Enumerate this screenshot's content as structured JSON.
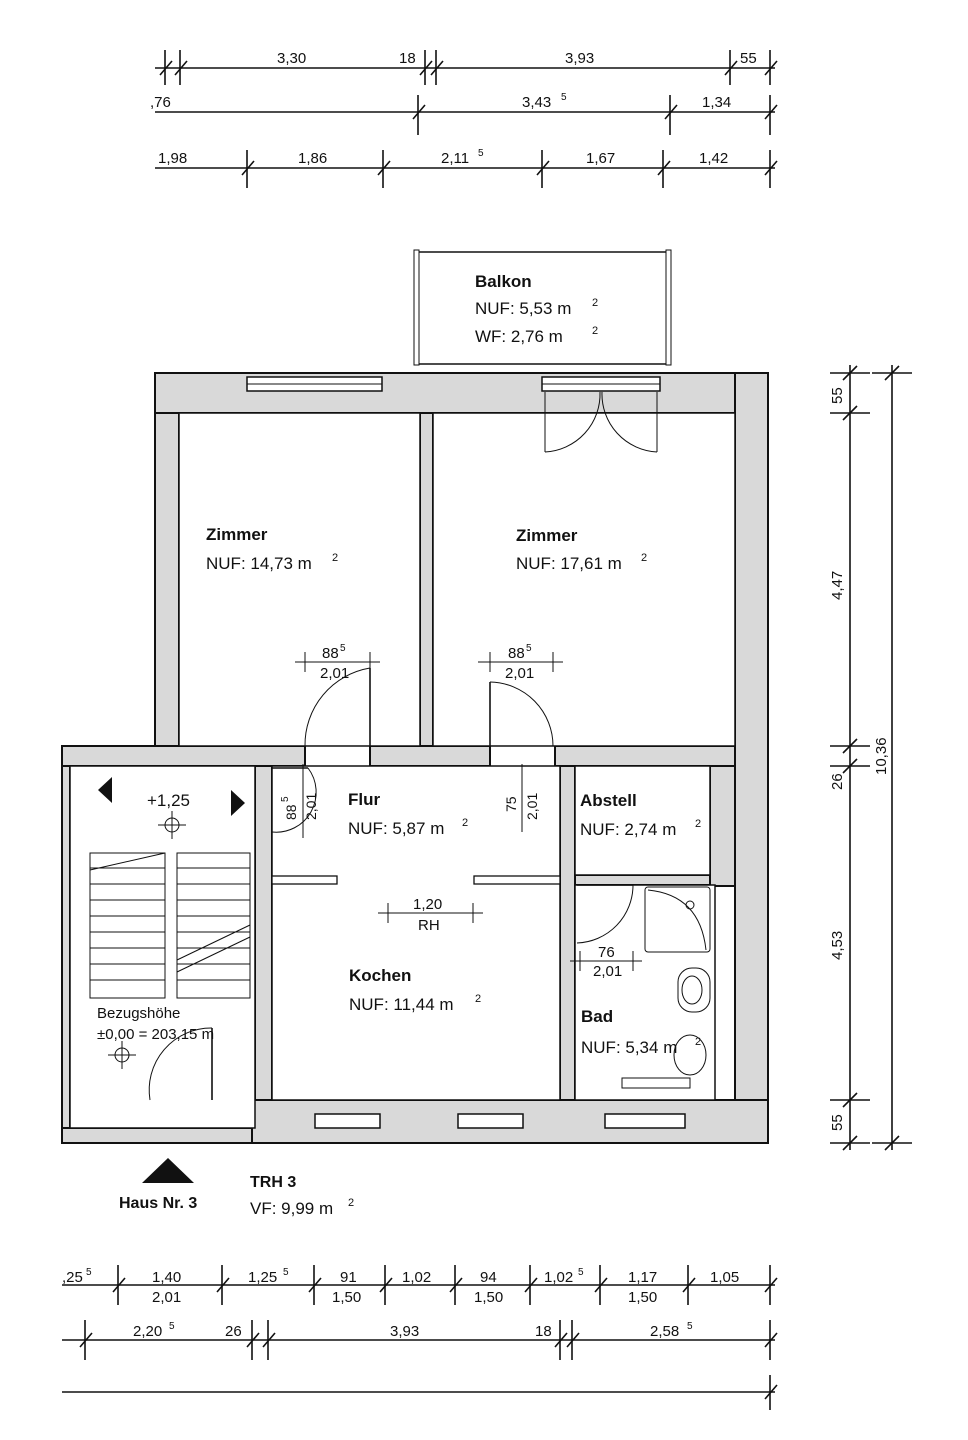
{
  "top_dimensions": {
    "row1": [
      "3,30",
      "18",
      "3,93",
      "55"
    ],
    "row2": [
      ",76",
      "3,43",
      "5",
      "1,34"
    ],
    "row3": [
      "1,98",
      "1,86",
      "2,11",
      "5",
      "1,67",
      "1,42"
    ]
  },
  "rooms": {
    "balkon": {
      "name": "Balkon",
      "nuf": "NUF: 5,53 m",
      "wf": "WF:   2,76 m",
      "sup": "2"
    },
    "zimmer1": {
      "name": "Zimmer",
      "nuf": "NUF: 14,73 m",
      "sup": "2"
    },
    "zimmer2": {
      "name": "Zimmer",
      "nuf": "NUF: 17,61 m",
      "sup": "2"
    },
    "flur": {
      "name": "Flur",
      "nuf": "NUF: 5,87 m",
      "sup": "2"
    },
    "abstell": {
      "name": "Abstell",
      "nuf": "NUF: 2,74 m",
      "sup": "2"
    },
    "kochen": {
      "name": "Kochen",
      "nuf": "NUF: 11,44 m",
      "sup": "2"
    },
    "bad": {
      "name": "Bad",
      "nuf": "NUF: 5,34 m",
      "sup": "2"
    }
  },
  "door_dims": {
    "z1_top": "88",
    "z1_sup": "5",
    "z1_bottom": "2,01",
    "z2_top": "88",
    "z2_sup": "5",
    "z2_bottom": "2,01",
    "flur_left_a": "88",
    "flur_left_sup": "5",
    "flur_left_b": "2,01",
    "flur_right_a": "75",
    "flur_right_b": "2,01",
    "rh_top": "1,20",
    "rh_bottom": "RH",
    "bad_top": "76",
    "bad_bottom": "2,01"
  },
  "stair": {
    "level": "+1,25",
    "bezug_title": "Bezugshöhe",
    "bezug_value": "±0,00 = 203,15 m"
  },
  "footer": {
    "haus": "Haus Nr. 3",
    "trh": "TRH 3",
    "vf": "VF: 9,99 m",
    "sup": "2"
  },
  "right_dimensions": {
    "a": "55",
    "b": "4,47",
    "c": "26",
    "d": "4,53",
    "e": "55",
    "total": "10,36"
  },
  "bottom_dimensions": {
    "row1_top": [
      ",25",
      "1,40",
      "1,25",
      "91",
      "1,02",
      "94",
      "1,02",
      "1,17",
      "1,05"
    ],
    "row1_sup": [
      "5",
      "5",
      "5"
    ],
    "row1_bottom": [
      "2,01",
      "1,50",
      "1,50",
      "1,50"
    ],
    "row2": [
      "2,20",
      "5",
      "26",
      "3,93",
      "18",
      "2,58",
      "5"
    ]
  }
}
